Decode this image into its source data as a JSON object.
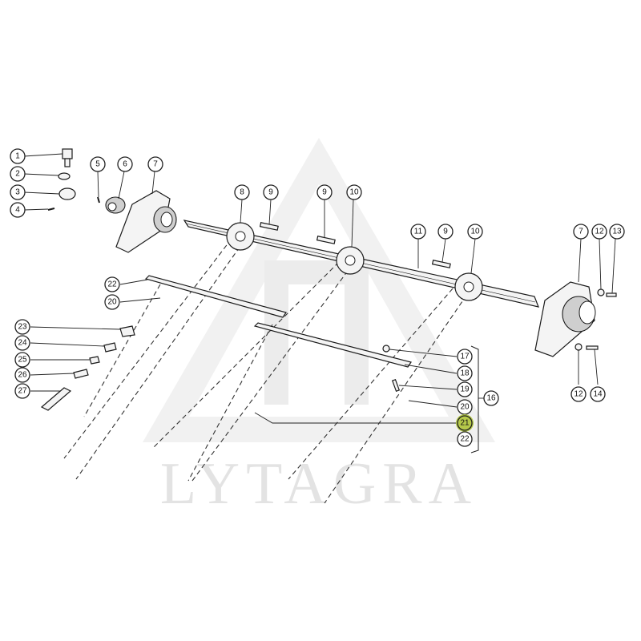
{
  "watermark": {
    "text": "LYTAGRA"
  },
  "highlight_color": "#b5c94a",
  "callouts": [
    {
      "id": "c1",
      "label": "1"
    },
    {
      "id": "c2",
      "label": "2"
    },
    {
      "id": "c3",
      "label": "3"
    },
    {
      "id": "c4",
      "label": "4"
    },
    {
      "id": "c5",
      "label": "5"
    },
    {
      "id": "c6",
      "label": "6"
    },
    {
      "id": "c7a",
      "label": "7"
    },
    {
      "id": "c8",
      "label": "8"
    },
    {
      "id": "c9a",
      "label": "9"
    },
    {
      "id": "c9b",
      "label": "9"
    },
    {
      "id": "c10a",
      "label": "10"
    },
    {
      "id": "c11",
      "label": "11"
    },
    {
      "id": "c9c",
      "label": "9"
    },
    {
      "id": "c10b",
      "label": "10"
    },
    {
      "id": "c7b",
      "label": "7"
    },
    {
      "id": "c12a",
      "label": "12"
    },
    {
      "id": "c13",
      "label": "13"
    },
    {
      "id": "c22a",
      "label": "22"
    },
    {
      "id": "c20a",
      "label": "20"
    },
    {
      "id": "c23",
      "label": "23"
    },
    {
      "id": "c24",
      "label": "24"
    },
    {
      "id": "c25",
      "label": "25"
    },
    {
      "id": "c26",
      "label": "26"
    },
    {
      "id": "c27",
      "label": "27"
    },
    {
      "id": "c17",
      "label": "17"
    },
    {
      "id": "c18",
      "label": "18"
    },
    {
      "id": "c19",
      "label": "19"
    },
    {
      "id": "c20b",
      "label": "20"
    },
    {
      "id": "c21",
      "label": "21",
      "highlighted": true
    },
    {
      "id": "c22b",
      "label": "22"
    },
    {
      "id": "c16",
      "label": "16"
    },
    {
      "id": "c12b",
      "label": "12"
    },
    {
      "id": "c14",
      "label": "14"
    }
  ]
}
